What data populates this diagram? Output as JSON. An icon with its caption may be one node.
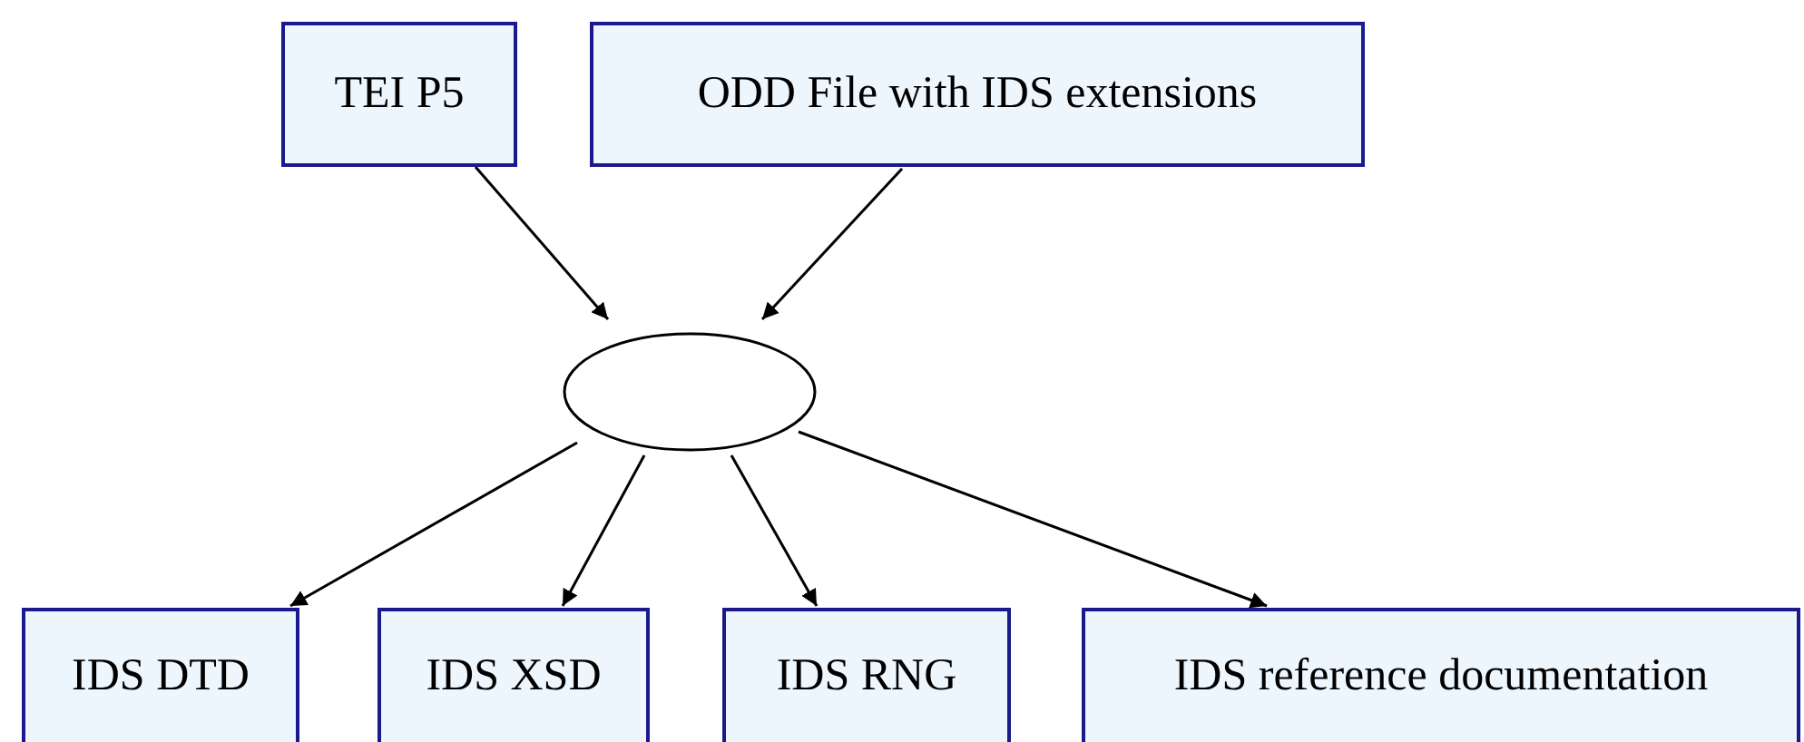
{
  "diagram": {
    "nodes": [
      {
        "text": [
          "TEI P5"
        ]
      },
      {
        "text": [
          "ODD File with IDS extensions"
        ]
      },
      {
        "text": [],
        "shape": "ellipse"
      },
      {
        "text": [
          "IDS DTD"
        ]
      },
      {
        "text": [
          "IDS XSD"
        ]
      },
      {
        "text": [
          "IDS RNG"
        ]
      },
      {
        "text": [
          "IDS reference documentation"
        ]
      }
    ],
    "edges": [
      {
        "from": 0,
        "to": 2,
        "arrow": "to"
      },
      {
        "from": 1,
        "to": 2,
        "arrow": "to"
      },
      {
        "from": 2,
        "to": 3,
        "arrow": "to"
      },
      {
        "from": 2,
        "to": 4,
        "arrow": "to"
      },
      {
        "from": 2,
        "to": 5,
        "arrow": "to"
      },
      {
        "from": 2,
        "to": 6,
        "arrow": "to"
      }
    ]
  }
}
